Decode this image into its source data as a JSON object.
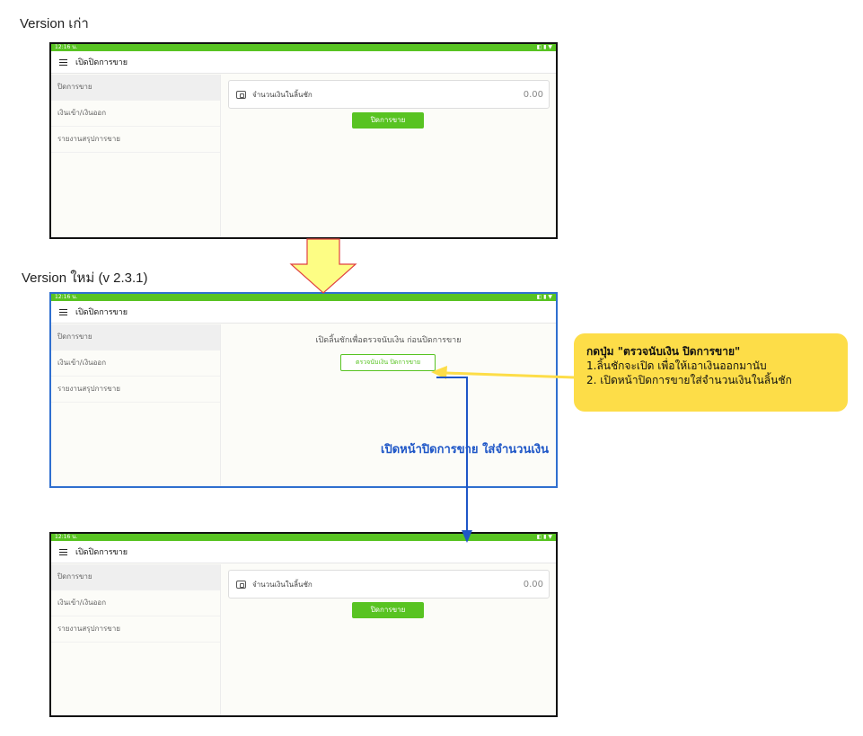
{
  "captions": {
    "old": "Version เก่า",
    "new": "Version ใหม่  (v 2.3.1)"
  },
  "status": {
    "time": "12:16 น.",
    "right": "◧ ▮ ▼"
  },
  "app": {
    "title": "เปิดปิดการขาย",
    "sidebar": [
      "ปิดการขาย",
      "เงินเข้า/เงินออก",
      "รายงานสรุปการขาย"
    ]
  },
  "close_screen": {
    "cash_label": "จำนวนเงินในลิ้นชัก",
    "cash_value": "0.00",
    "close_button": "ปิดการขาย"
  },
  "new_screen": {
    "hint": "เปิดลิ้นชักเพื่อตรวจนับเงิน ก่อนปิดการขาย",
    "count_button": "ตรวจนับเงิน ปิดการขาย"
  },
  "callout": {
    "title": "กดปุ่ม \"ตรวจนับเงิน ปิดการขาย\"",
    "line1": "1.ลิ้นชักจะเปิด  เพื่อให้เอาเงินออกมานับ",
    "line2": "2. เปิดหน้าปิดการขายใส่จำนวนเงินในลิ้นชัก"
  },
  "flow_note": "เปิดหน้าปิดการขาย ใส่จำนวนเงิน",
  "colors": {
    "green": "#58c322",
    "yellow": "#fddd48",
    "blue": "#2f6fcf"
  }
}
